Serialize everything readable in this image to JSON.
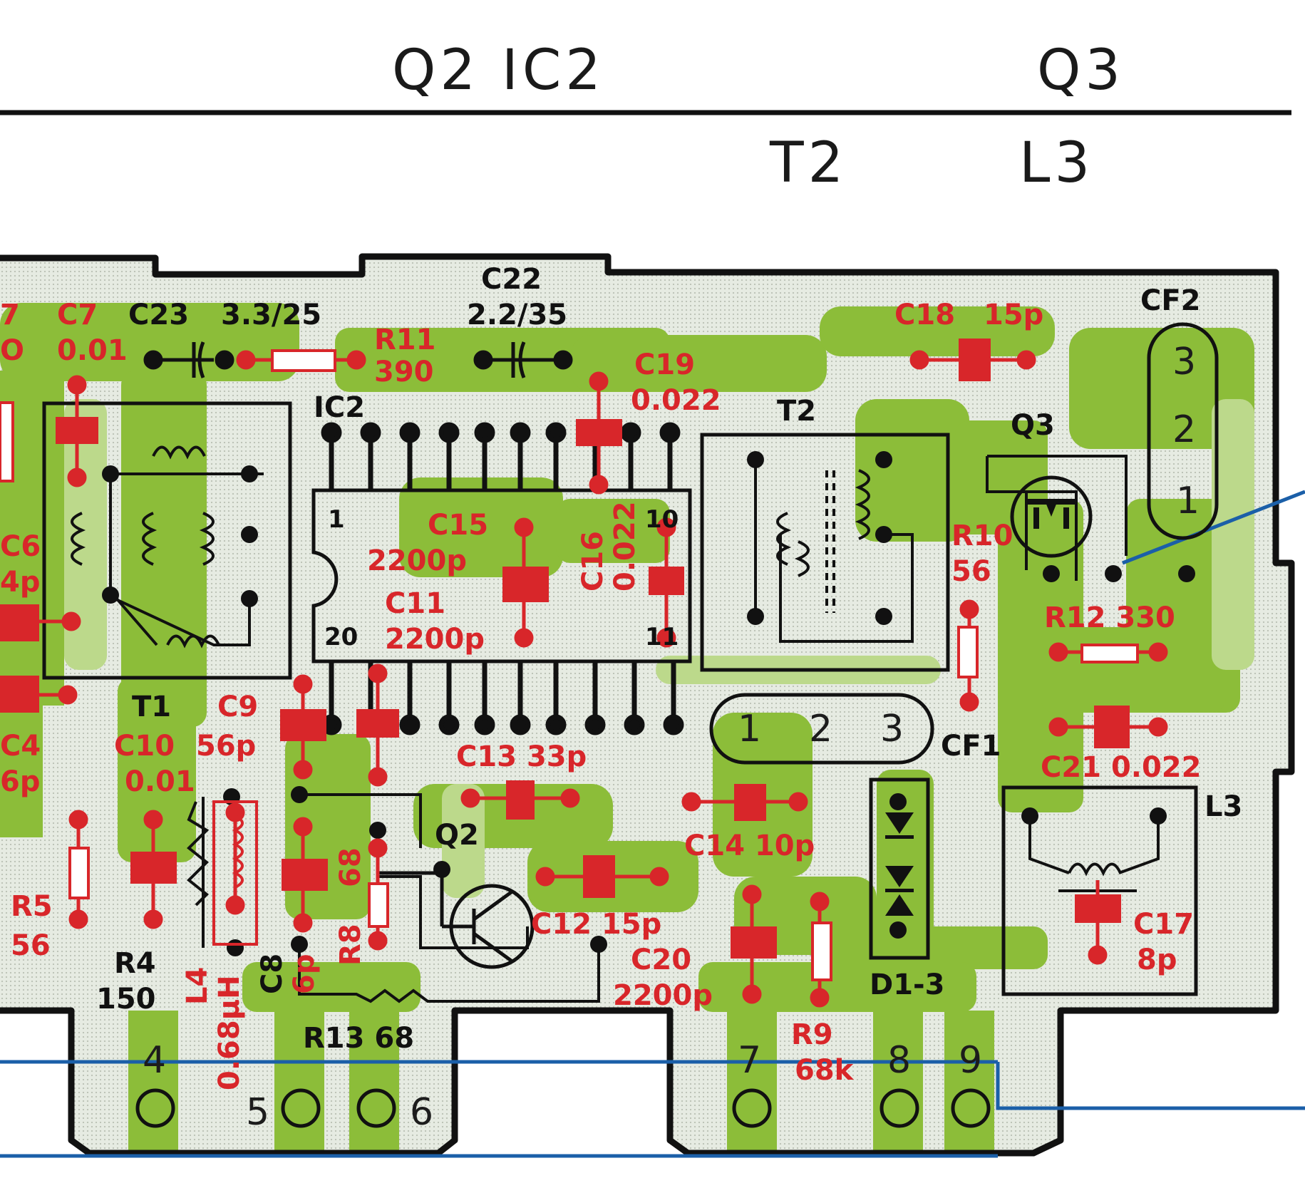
{
  "header": {
    "top_labels": [
      "Q2 IC2",
      "Q3"
    ],
    "bottom_labels": [
      "T2",
      "L3"
    ]
  },
  "colors": {
    "board_outline": "#111111",
    "copper": "#8cbd39",
    "copper_light": "#bcd98b",
    "substrate": "#e6ebe2",
    "component_red": "#d8262a",
    "wire_blue": "#1b5fa8",
    "symbol_black": "#111111"
  },
  "labels": {
    "c7_left_fragment": "7",
    "c7": "C7",
    "c23": "C23",
    "c23_val": "3.3/25",
    "o_fragment": "O",
    "c7_val": "0.01",
    "r11": "R11",
    "r11_val": "390",
    "c22": "C22",
    "c22_val": "2.2/35",
    "c18": "C18",
    "c18_val": "15p",
    "cf2": "CF2",
    "c19": "C19",
    "c19_val": "0.022",
    "ic2": "IC2",
    "t2": "T2",
    "q3": "Q3",
    "c6_fragment": "C6",
    "c6_val_fragment": "4p",
    "c15": "C15",
    "c15_val": "2200p",
    "c16": "C16",
    "c16_val": "0.022",
    "c11": "C11",
    "c11_val": "2200p",
    "pin1": "1",
    "pin10": "10",
    "pin20": "20",
    "pin11": "11",
    "r10": "R10",
    "r10_val": "56",
    "r12": "R12 330",
    "t1": "T1",
    "c9": "C9",
    "c4_fragment": "C4",
    "c4_val_fragment": "6p",
    "c10": "C10",
    "c9_val": "56p",
    "c10_val": "0.01",
    "c13": "C13 33p",
    "cf1": "CF1",
    "c21": "C21 0.022",
    "l3": "L3",
    "q2": "Q2",
    "c14": "C14 10p",
    "r5": "R5",
    "r5_val": "56",
    "r8": "R8",
    "r8_val": "68",
    "c12": "C12 15p",
    "c17": "C17",
    "c17_val": "8p",
    "r4": "R4",
    "r4_val": "150",
    "l4": "L4",
    "l4_val": "0.68μH",
    "c8": "C8",
    "c8_val": "6p",
    "c20": "C20",
    "c20_val": "2200p",
    "d13": "D1-3",
    "r13": "R13 68",
    "r9": "R9",
    "r9_val": "68k",
    "cf_pin1": "1",
    "cf_pin2": "2",
    "cf_pin3": "3",
    "pad4": "4",
    "pad5": "5",
    "pad6": "6",
    "pad7": "7",
    "pad8": "8",
    "pad9": "9"
  }
}
